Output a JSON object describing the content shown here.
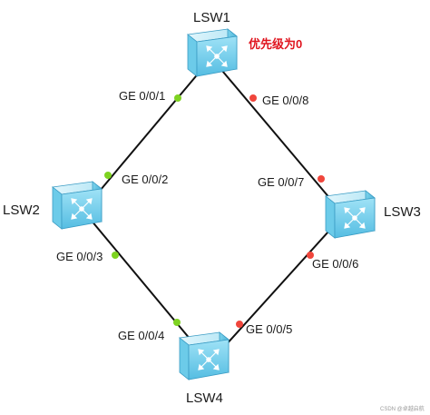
{
  "devices": {
    "lsw1": "LSW1",
    "lsw2": "LSW2",
    "lsw3": "LSW3",
    "lsw4": "LSW4"
  },
  "annotation": "优先级为0",
  "ports": {
    "lsw1_ge001": "GE 0/0/1",
    "lsw1_ge008": "GE 0/0/8",
    "lsw2_ge002": "GE 0/0/2",
    "lsw2_ge003": "GE 0/0/3",
    "lsw3_ge007": "GE 0/0/7",
    "lsw3_ge006": "GE 0/0/6",
    "lsw4_ge004": "GE 0/0/4",
    "lsw4_ge005": "GE 0/0/5"
  },
  "port_states": {
    "lsw1_ge001": "up",
    "lsw1_ge008": "down",
    "lsw2_ge002": "up",
    "lsw2_ge003": "up",
    "lsw3_ge007": "down",
    "lsw3_ge006": "down",
    "lsw4_ge004": "up",
    "lsw4_ge005": "down"
  },
  "colors": {
    "up": "#7ed321",
    "down": "#f0463c",
    "link": "#111111",
    "note": "#e0141e"
  },
  "watermark": "CSDN @卓越启航"
}
